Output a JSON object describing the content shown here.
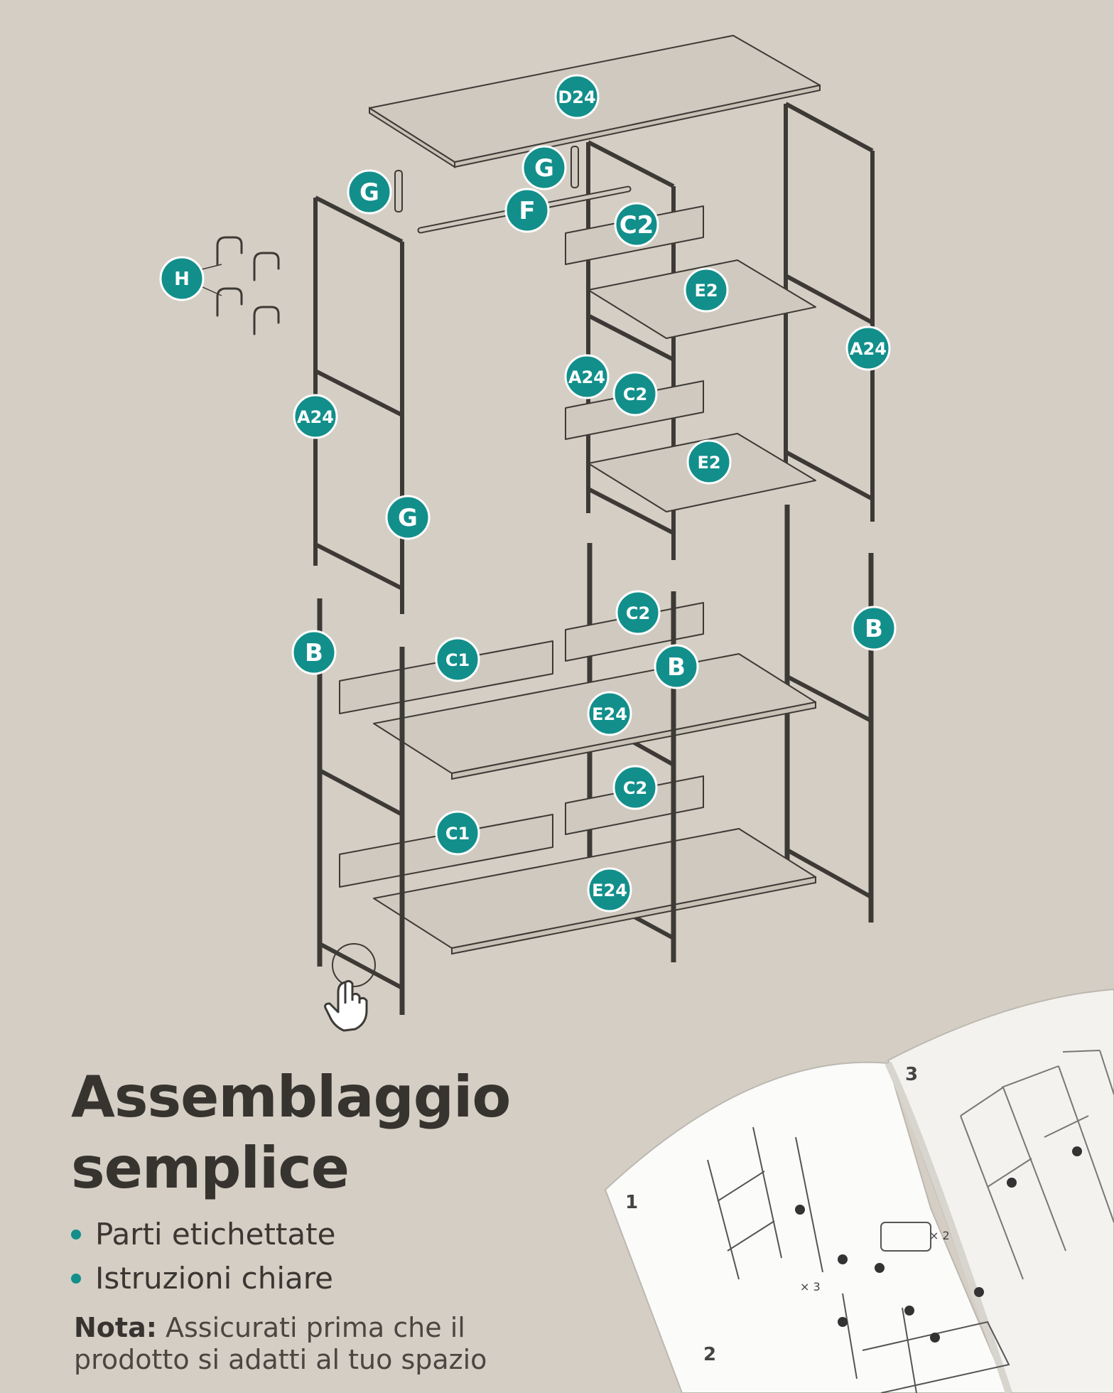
{
  "labels": {
    "d24": "D24",
    "g": "G",
    "f": "F",
    "c2": "C2",
    "c1": "C1",
    "h": "H",
    "e2": "E2",
    "e24": "E24",
    "a24": "A24",
    "b": "B"
  },
  "headline": {
    "line1": "Assemblaggio",
    "line2": "semplice"
  },
  "bullets": [
    "Parti etichettate",
    "Istruzioni chiare"
  ],
  "note": {
    "label": "Nota:",
    "text": "Assicurati prima che il prodotto si adatti al tuo spazio"
  },
  "manual": {
    "step1": "1",
    "step2": "2",
    "step3": "3",
    "qty_x3": "× 3",
    "qty_x2": "× 2"
  },
  "colors": {
    "background": "#d4cec4",
    "badge": "#128f8b",
    "line": "#3d3a36",
    "text": "#37332f"
  },
  "icons": [
    "hand-pointer-icon",
    "hook-icon"
  ]
}
